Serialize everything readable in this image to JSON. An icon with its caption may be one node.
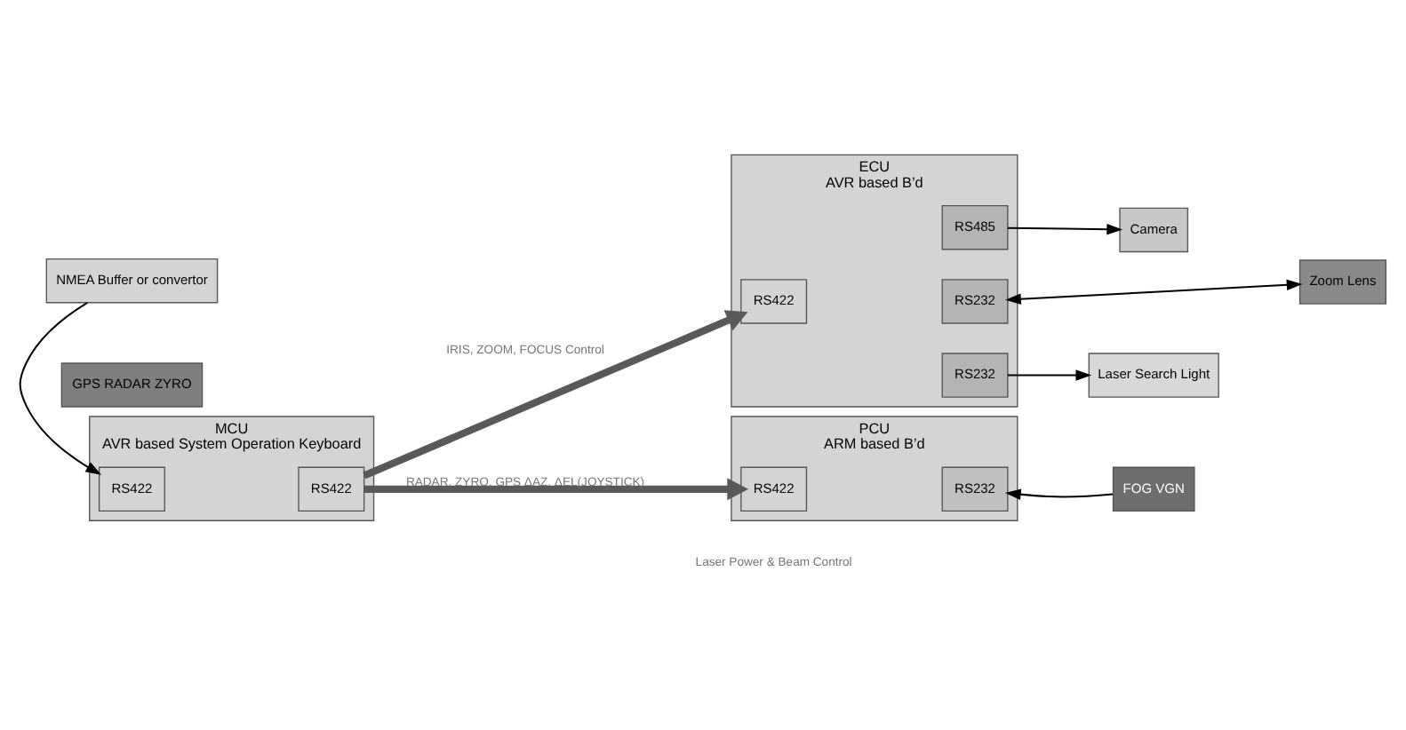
{
  "diagram": {
    "nodes": [
      {
        "text": [
          "MCU",
          "AVR based System Operation Keyboard"
        ]
      },
      {
        "text": [
          "RS422"
        ],
        "in": 0
      },
      {
        "text": [
          "RS422"
        ],
        "in": 0
      },
      {
        "text": [
          "NMEA Buffer or convertor"
        ]
      },
      {
        "text": [
          "GPS RADAR ZYRO"
        ]
      },
      {
        "text": [
          "ECU",
          "AVR based B’d"
        ]
      },
      {
        "text": [
          "RS422"
        ],
        "in": 5
      },
      {
        "text": [
          "RS485"
        ],
        "in": 5
      },
      {
        "text": [
          "RS232"
        ],
        "in": 5
      },
      {
        "text": [
          "RS232"
        ],
        "in": 5
      },
      {
        "text": [
          "Camera"
        ]
      },
      {
        "text": [
          "Zoom Lens"
        ]
      },
      {
        "text": [
          "Laser Search Light"
        ]
      },
      {
        "text": [
          "PCU",
          "ARM based B’d"
        ]
      },
      {
        "text": [
          "RS422"
        ],
        "in": 13
      },
      {
        "text": [
          "RS232"
        ],
        "in": 13
      },
      {
        "text": [
          "FOG VGN"
        ]
      }
    ],
    "edges": [
      {
        "from": 3,
        "to": 1,
        "arrow": "to"
      },
      {
        "from": 2,
        "to": 6,
        "arrow": "to",
        "label": "IRIS, ZOOM, FOCUS Control",
        "style": "thick",
        "color": "#595959"
      },
      {
        "from": 2,
        "to": 14,
        "arrow": "to",
        "label": "RADAR, ZYRO, GPS ΔAZ, ΔEL(JOYSTICK)",
        "style": "thick",
        "color": "#595959"
      },
      {
        "from": 7,
        "to": 10,
        "arrow": "to"
      },
      {
        "from": 8,
        "to": 11,
        "arrow": "both"
      },
      {
        "from": 9,
        "to": 12,
        "arrow": "to"
      },
      {
        "from": 16,
        "to": 15,
        "arrow": "to"
      }
    ],
    "labels": [
      "Laser Power & Beam Control"
    ]
  }
}
